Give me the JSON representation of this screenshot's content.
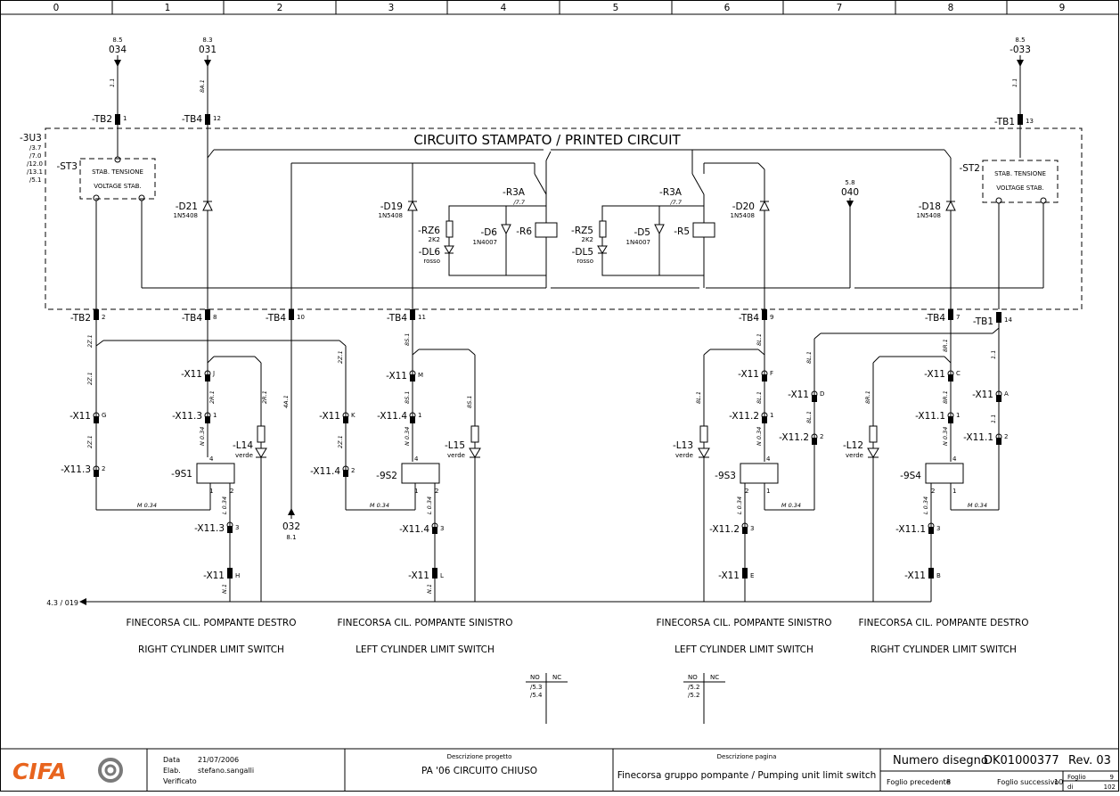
{
  "columns": [
    "0",
    "1",
    "2",
    "3",
    "4",
    "5",
    "6",
    "7",
    "8",
    "9"
  ],
  "board": {
    "id": "-3U3",
    "refs": [
      "/3.7",
      "/7.0",
      "/12.0",
      "/13.1",
      "/5.1"
    ],
    "title": "CIRCUITO STAMPATO / PRINTED CIRCUIT"
  },
  "arrows_in": [
    {
      "ref": "8.5",
      "num": "034"
    },
    {
      "ref": "8.3",
      "num": "031"
    },
    {
      "ref": "8.5",
      "num": "-033"
    },
    {
      "ref": "5.8",
      "num": "040"
    }
  ],
  "arrow_out": {
    "num": "032",
    "ref": "8.1"
  },
  "left_ref": "4.3 / 019",
  "stab_left": {
    "id": "-ST3",
    "line1": "STAB. TENSIONE",
    "line2": "VOLTAGE STAB."
  },
  "stab_right": {
    "id": "-ST2",
    "line1": "STAB. TENSIONE",
    "line2": "VOLTAGE STAB."
  },
  "terminals_top": [
    {
      "label": "-TB2",
      "pin": "1"
    },
    {
      "label": "-TB4",
      "pin": "12"
    },
    {
      "label": "-TB1",
      "pin": "13"
    }
  ],
  "terminals_bottom": [
    {
      "label": "-TB2",
      "pin": "2"
    },
    {
      "label": "-TB4",
      "pin": "8"
    },
    {
      "label": "-TB4",
      "pin": "10"
    },
    {
      "label": "-TB4",
      "pin": "11"
    },
    {
      "label": "-TB4",
      "pin": "9"
    },
    {
      "label": "-TB4",
      "pin": "7"
    },
    {
      "label": "-TB1",
      "pin": "14"
    }
  ],
  "diodes": [
    {
      "id": "-D21",
      "type": "1N5408"
    },
    {
      "id": "-D19",
      "type": "1N5408"
    },
    {
      "id": "-D20",
      "type": "1N5408"
    },
    {
      "id": "-D18",
      "type": "1N5408"
    }
  ],
  "relay_left": {
    "contact": "-R3A",
    "contact_ref": "/7.7",
    "rz": "-RZ6",
    "rz_val": "2K2",
    "diode": "-D6",
    "diode_type": "1N4007",
    "coil": "-R6",
    "led": "-DL6",
    "led_color": "rosso"
  },
  "relay_right": {
    "contact": "-R3A",
    "contact_ref": "/7.7",
    "rz": "-RZ5",
    "rz_val": "2K2",
    "diode": "-D5",
    "diode_type": "1N4007",
    "coil": "-R5",
    "led": "-DL5",
    "led_color": "rosso"
  },
  "wire_labels": {
    "a1": "1.1",
    "a2": "8A.1",
    "a3": "1.1",
    "a4": "2Z.1",
    "a5": "2Z.1",
    "a6": "2Z.1",
    "a7": "2R.1",
    "a8": "2R.1",
    "a9": "4A.1",
    "a10": "2Z.1",
    "a11": "2Z.1",
    "a12": "8S.1",
    "a13": "8S.1",
    "a14": "8S.1",
    "a15": "8L.1",
    "a16": "8L.1",
    "a17": "8L.1",
    "a18": "8L.1",
    "a19": "8R.1",
    "a20": "8R.1",
    "a21": "8R.1",
    "a22": "8L.1",
    "a23": "8L.1",
    "a24": "1.1",
    "a25": "1.1",
    "m034": "M 0.34",
    "m034b": "N 0.34",
    "n1": "N.1",
    "l034": "L 0.34"
  },
  "sections": [
    {
      "title_it": "FINECORSA CIL. POMPANTE DESTRO",
      "title_en": "RIGHT CYLINDER LIMIT SWITCH",
      "switch": "-9S1",
      "lamp": "-L14",
      "lamp_color": "verde",
      "x11_a": "-X11",
      "x11_a_pin": "J",
      "x11_b": "-X11.3",
      "x11_b_pin": "1",
      "x11_c": "-X11",
      "x11_c_pin": "G",
      "x11_d": "-X11.3",
      "x11_d_pin": "2",
      "x11_e": "-X11.3",
      "x11_e_pin": "3",
      "x11_f": "-X11",
      "x11_f_pin": "H"
    },
    {
      "title_it": "FINECORSA CIL. POMPANTE SINISTRO",
      "title_en": "LEFT CYLINDER LIMIT SWITCH",
      "switch": "-9S2",
      "lamp": "-L15",
      "lamp_color": "verde",
      "x11_a": "-X11",
      "x11_a_pin": "M",
      "x11_b": "-X11.4",
      "x11_b_pin": "1",
      "x11_c": "-X11",
      "x11_c_pin": "K",
      "x11_d": "-X11.4",
      "x11_d_pin": "2",
      "x11_e": "-X11.4",
      "x11_e_pin": "3",
      "x11_f": "-X11",
      "x11_f_pin": "L"
    },
    {
      "title_it": "FINECORSA CIL. POMPANTE SINISTRO",
      "title_en": "LEFT CYLINDER LIMIT SWITCH",
      "switch": "-9S3",
      "lamp": "-L13",
      "lamp_color": "verde",
      "x11_a": "-X11",
      "x11_a_pin": "F",
      "x11_b": "-X11.2",
      "x11_b_pin": "1",
      "x11_c": "-X11",
      "x11_c_pin": "D",
      "x11_d": "-X11.2",
      "x11_d_pin": "2",
      "x11_e": "-X11.2",
      "x11_e_pin": "3",
      "x11_f": "-X11",
      "x11_f_pin": "E"
    },
    {
      "title_it": "FINECORSA CIL. POMPANTE DESTRO",
      "title_en": "RIGHT CYLINDER LIMIT SWITCH",
      "switch": "-9S4",
      "lamp": "-L12",
      "lamp_color": "verde",
      "x11_a": "-X11",
      "x11_a_pin": "C",
      "x11_b": "-X11.1",
      "x11_b_pin": "1",
      "x11_c": "-X11",
      "x11_c_pin": "A",
      "x11_d": "-X11.1",
      "x11_d_pin": "2",
      "x11_e": "-X11.1",
      "x11_e_pin": "3",
      "x11_f": "-X11",
      "x11_f_pin": "B"
    }
  ],
  "switch_pins": {
    "p1": "1",
    "p2": "2",
    "p4": "4"
  },
  "contact_tables": [
    {
      "no": "NO",
      "nc": "NC",
      "refs": [
        "/5.3",
        "/5.4"
      ]
    },
    {
      "no": "NO",
      "nc": "NC",
      "refs": [
        "/5.2",
        "/5.2"
      ]
    }
  ],
  "title_block": {
    "logo": "CIFA",
    "data_label": "Data",
    "data_value": "21/07/2006",
    "elab_label": "Elab.",
    "elab_value": "stefano.sangalli",
    "verif_label": "Verificato",
    "proj_label": "Descrizione progetto",
    "proj_value": "PA '06 CIRCUITO CHIUSO",
    "page_label": "Descrizione pagina",
    "page_value": "Finecorsa gruppo pompante / Pumping unit limit switch",
    "drawing_label": "Numero disegno",
    "drawing_value": "DK01000377",
    "rev": "Rev. 03",
    "prev_label": "Foglio precedente",
    "prev_value": "8",
    "next_label": "Foglio successivo",
    "next_value": "10",
    "sheet_label": "Foglio",
    "sheet_value": "9",
    "of_label": "di",
    "of_value": "102"
  }
}
